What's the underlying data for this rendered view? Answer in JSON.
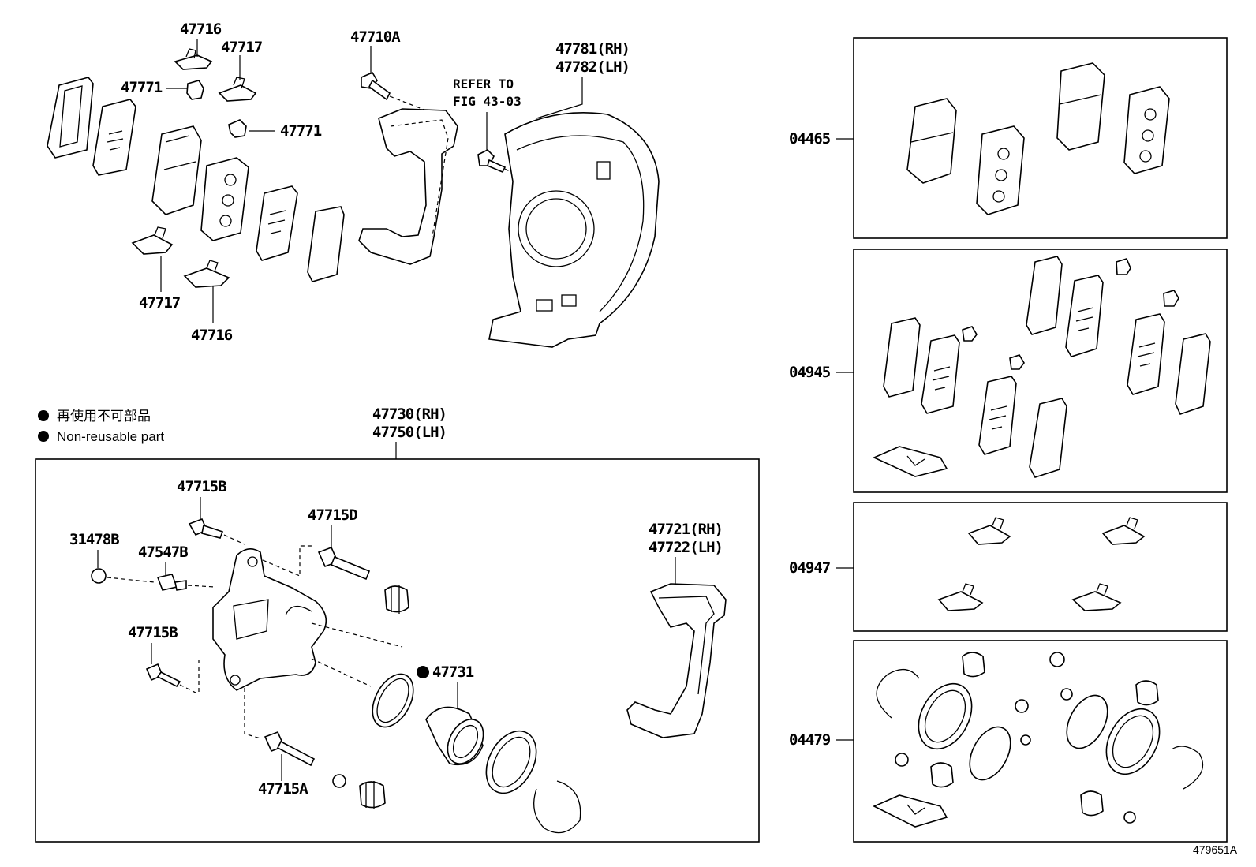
{
  "labels": {
    "p47716_top": "47716",
    "p47717_top": "47717",
    "p47771_left": "47771",
    "p47771_mid": "47771",
    "p47710A": "47710A",
    "refer_line1": "REFER TO",
    "refer_line2": "FIG 43-03",
    "p47781": "47781(RH)",
    "p47782": "47782(LH)",
    "p47717_bottom": "47717",
    "p47716_bottom": "47716",
    "p47730": "47730(RH)",
    "p47750": "47750(LH)",
    "p47715B_top": "47715B",
    "p47715D": "47715D",
    "p31478B": "31478B",
    "p47547B": "47547B",
    "p47715B_mid": "47715B",
    "p47731": "47731",
    "p47715A": "47715A",
    "p47721": "47721(RH)",
    "p47722": "47722(LH)",
    "kit04465": "04465",
    "kit04945": "04945",
    "kit04947": "04947",
    "kit04479": "04479"
  },
  "legend": {
    "line_ja": "再使用不可部品",
    "line_en": "Non-reusable part"
  },
  "figure_id": "479651A"
}
